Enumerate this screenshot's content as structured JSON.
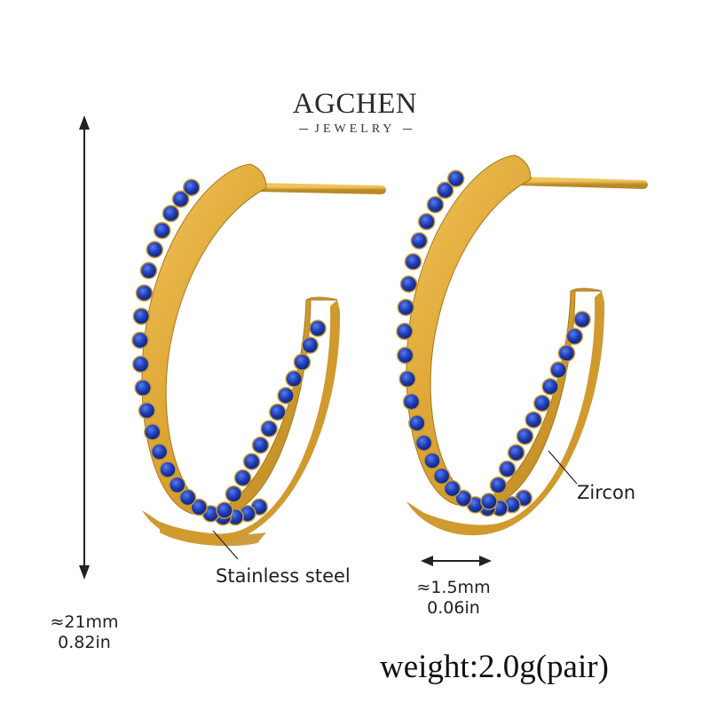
{
  "brand": {
    "name": "AGCHEN",
    "tagline": "JEWELRY"
  },
  "product": {
    "earring_count": 2,
    "metal_color": "#d9a534",
    "stone_color": "#1e3fb8"
  },
  "labels": {
    "material": "Stainless steel",
    "stone": "Zircon"
  },
  "dimensions": {
    "thickness_mm": "≈1.5mm",
    "thickness_in": "0.06in",
    "height_mm": "≈21mm",
    "height_in": "0.82in"
  },
  "weight": "weight:2.0g(pair)"
}
